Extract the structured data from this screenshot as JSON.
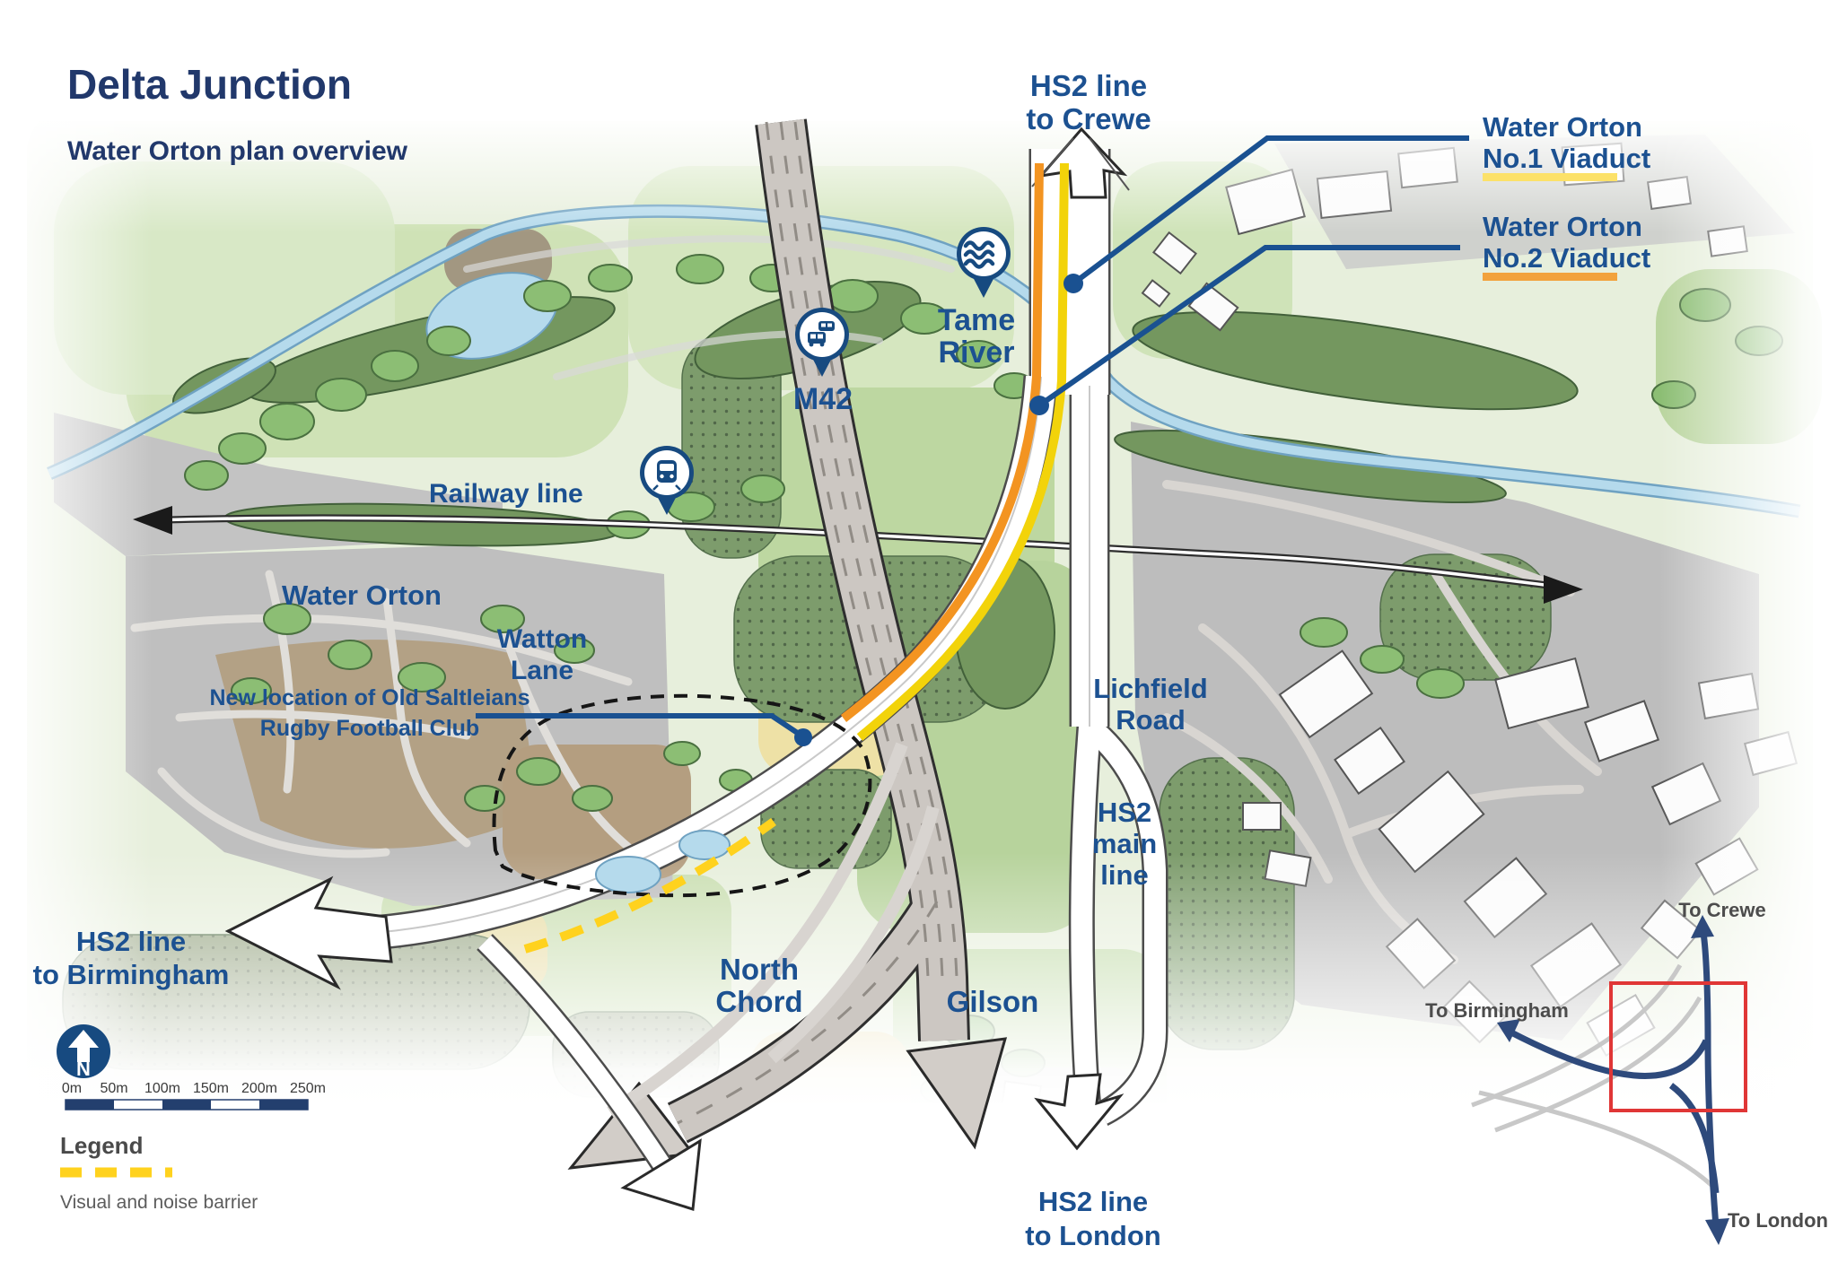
{
  "header": {
    "title": "Delta Junction",
    "subtitle": "Water Orton plan overview"
  },
  "labels": {
    "hs2_crewe": {
      "l1": "HS2 line",
      "l2": "to Crewe"
    },
    "hs2_london": {
      "l1": "HS2 line",
      "l2": "to London"
    },
    "hs2_birmingham": {
      "l1": "HS2 line",
      "l2": "to Birmingham"
    },
    "viaduct1": {
      "l1": "Water Orton",
      "l2": "No.1 Viaduct"
    },
    "viaduct2": {
      "l1": "Water Orton",
      "l2": "No.2 Viaduct"
    },
    "tame_river": {
      "l1": "Tame",
      "l2": "River"
    },
    "m42": "M42",
    "railway": "Railway line",
    "water_orton": "Water Orton",
    "watton_lane": {
      "l1": "Watton",
      "l2": "Lane"
    },
    "rugby": {
      "l1": "New location of Old Saltleians",
      "l2": "Rugby Football Club"
    },
    "lichfield": {
      "l1": "Lichfield",
      "l2": "Road"
    },
    "hs2_main": {
      "l1": "HS2",
      "l2": "main",
      "l3": "line"
    },
    "north_chord": {
      "l1": "North",
      "l2": "Chord"
    },
    "gilson": "Gilson"
  },
  "compass": {
    "n": "N"
  },
  "scalebar": {
    "t0": "0m",
    "t1": "50m",
    "t2": "100m",
    "t3": "150m",
    "t4": "200m",
    "t5": "250m"
  },
  "legend": {
    "title": "Legend",
    "item": "Visual and noise barrier"
  },
  "inset": {
    "crewe": "To Crewe",
    "birmingham": "To Birmingham",
    "london": "To London"
  },
  "icons": {
    "pin_water": "water-waves-icon",
    "pin_car": "motorway-cars-icon",
    "pin_train": "train-icon",
    "compass": "north-arrow-icon"
  },
  "colors": {
    "label_navy": "#1c5191",
    "title_navy": "#21386b",
    "viaduct1_yellow": "#f2d30a",
    "viaduct1_underline": "#fce169",
    "viaduct2_orange": "#f39421",
    "viaduct2_underline": "#f2a23c",
    "barrier_yellow": "#ffd21e",
    "extent_red": "#e03636",
    "pin_navy": "#174a80",
    "inset_navy": "#2e4a7c",
    "inset_gray_text": "#4c4c4c"
  }
}
